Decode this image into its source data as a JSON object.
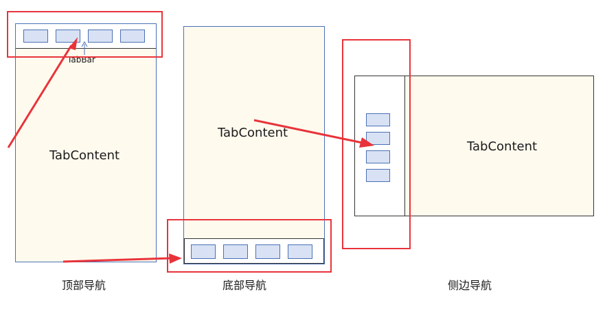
{
  "diagrams": {
    "top_nav": {
      "tabbar_label": "TabBar",
      "content_label": "TabContent",
      "caption": "顶部导航"
    },
    "bottom_nav": {
      "content_label": "TabContent",
      "caption": "底部导航"
    },
    "side_nav": {
      "content_label": "TabContent",
      "caption": "侧边导航"
    }
  },
  "colors": {
    "highlight": "#e8333a",
    "tab_fill": "#d8e2f4",
    "tab_border": "#4a6fb5",
    "content_fill": "#fefaee",
    "frame_border": "#4a6fb5"
  }
}
